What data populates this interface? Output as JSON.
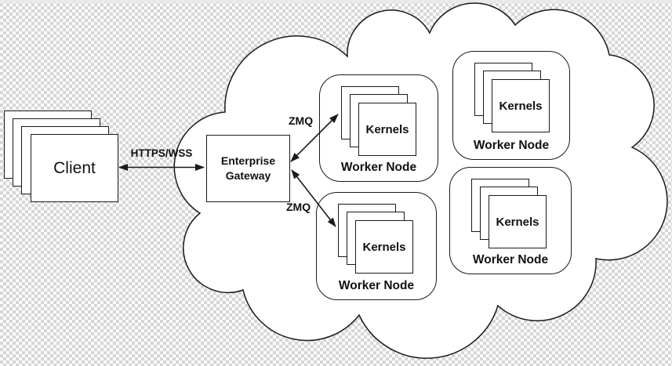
{
  "client": {
    "label": "Client"
  },
  "gateway": {
    "line1": "Enterprise",
    "line2": "Gateway"
  },
  "connections": {
    "https_wss": "HTTPS/WSS",
    "zmq_top": "ZMQ",
    "zmq_bottom": "ZMQ"
  },
  "worker_nodes": [
    {
      "kernels": "Kernels",
      "label": "Worker Node"
    },
    {
      "kernels": "Kernels",
      "label": "Worker Node"
    },
    {
      "kernels": "Kernels",
      "label": "Worker Node"
    },
    {
      "kernels": "Kernels",
      "label": "Worker Node"
    }
  ],
  "colors": {
    "line": "#1a1a1a",
    "shape_fill": "#ffffff",
    "checker": "#d6d6d6",
    "checker_base": "#fbfbfb",
    "top_strip": "#e9e9e9"
  }
}
